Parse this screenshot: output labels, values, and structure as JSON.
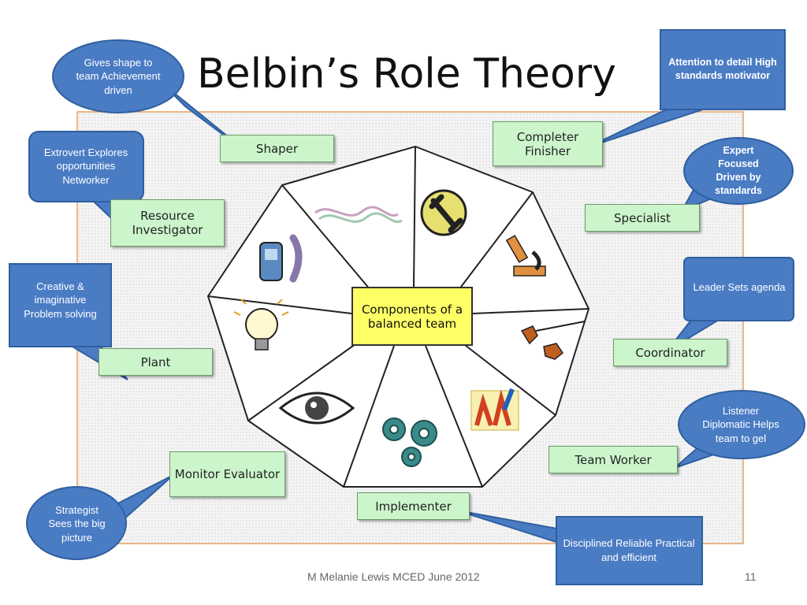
{
  "slide": {
    "title": "Belbin’s Role Theory",
    "center": "Components of a balanced team",
    "footer": "M Melanie Lewis MCED June 2012",
    "slide_number": "11"
  },
  "roles": [
    {
      "label": "Shaper",
      "callout": "Gives shape to team Achievement driven"
    },
    {
      "label": "Completer Finisher",
      "callout": "Attention to detail High standards motivator"
    },
    {
      "label": "Resource Investigator",
      "callout": "Extrovert Explores opportunities Networker"
    },
    {
      "label": "Specialist",
      "callout": "Expert Focused Driven by standards"
    },
    {
      "label": "Plant",
      "callout": "Creative & imaginative Problem solving"
    },
    {
      "label": "Coordinator",
      "callout": "Leader Sets agenda"
    },
    {
      "label": "Monitor Evaluator",
      "callout": "Strategist Sees the big picture"
    },
    {
      "label": "Team Worker",
      "callout": "Listener Diplomatic Helps team to gel"
    },
    {
      "label": "Implementer",
      "callout": "Disciplined Reliable Practical and efficient"
    }
  ],
  "colors": {
    "callout_fill": "#4a7cc4",
    "label_fill": "#ccf5cc",
    "center_fill": "#ffff66",
    "frame_border": "#e8a060"
  },
  "icons": [
    "rope-icon",
    "wrench-icon",
    "phone-icon",
    "microscope-icon",
    "lightbulb-icon",
    "conductor-icon",
    "eye-icon",
    "gears-icon",
    "team-icon"
  ]
}
